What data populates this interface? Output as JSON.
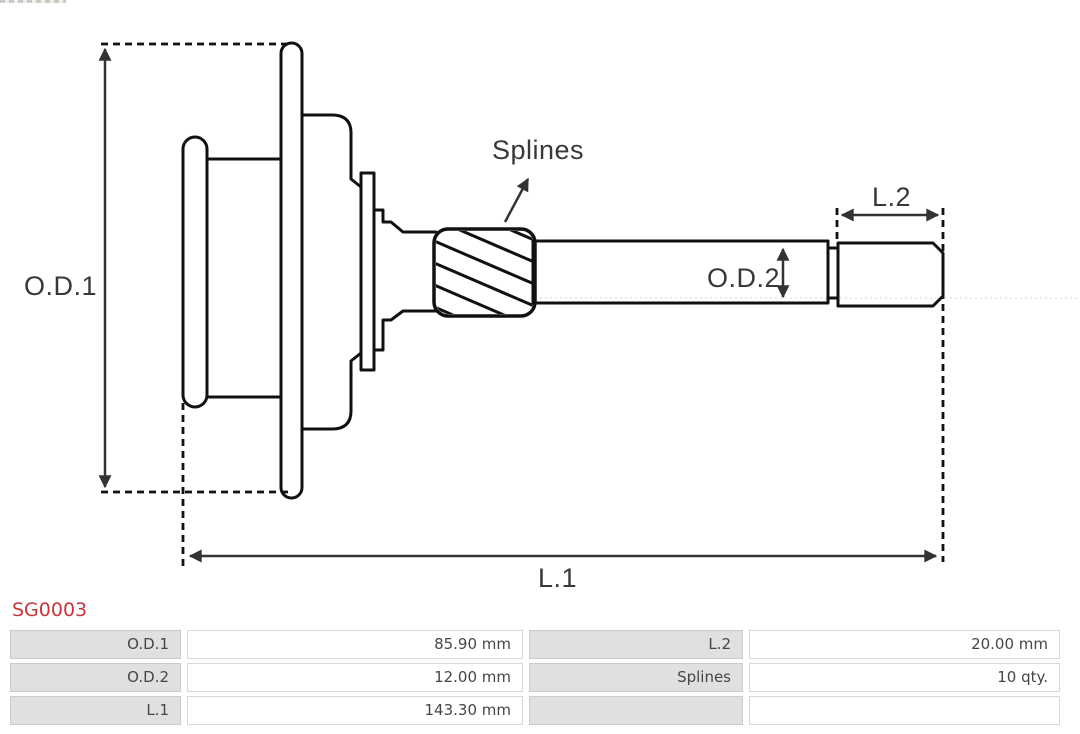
{
  "page": {
    "background": "#ffffff"
  },
  "decorations": {
    "top_left_fragment": "cropped-logo-strip"
  },
  "diagram": {
    "type": "technical-part-side-view",
    "outline_color": "#111111",
    "dimension_color": "#333333",
    "labels": {
      "od1": "O.D.1",
      "od2": "O.D.2",
      "l1": "L.1",
      "l2": "L.2",
      "splines": "Splines"
    }
  },
  "product": {
    "code": "SG0003",
    "code_color": "#c9353b"
  },
  "spec_table": {
    "rows": [
      {
        "c1_label": "O.D.1",
        "c1_value": "85.90 mm",
        "c2_label": "L.2",
        "c2_value": "20.00 mm"
      },
      {
        "c1_label": "O.D.2",
        "c1_value": "12.00 mm",
        "c2_label": "Splines",
        "c2_value": "10 qty."
      },
      {
        "c1_label": "L.1",
        "c1_value": "143.30 mm",
        "c2_label": "",
        "c2_value": ""
      }
    ]
  }
}
